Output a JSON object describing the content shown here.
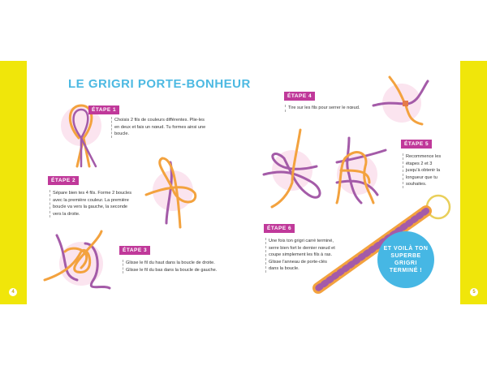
{
  "title": "LE GRIGRI PORTE-BONHEUR",
  "pages": {
    "left": "4",
    "right": "5"
  },
  "colors": {
    "accent": "#c0399a",
    "title": "#4cb9e2",
    "side": "#f0e60a",
    "orange": "#f3a23e",
    "purple": "#a45ba8"
  },
  "steps": [
    {
      "label": "ÉTAPE 1",
      "text": "Choisis 2 fils de couleurs différentes. Plie-les en deux et fais un nœud. Tu formes ainsi une boucle."
    },
    {
      "label": "ÉTAPE 2",
      "text": "Sépare bien tes 4 fils. Forme 2 boucles avec la première couleur. La première boucle va vers la gauche, la seconde vers la droite."
    },
    {
      "label": "ÉTAPE 3",
      "text": "Glisse le fil du haut dans la boucle de droite. Glisse le fil du bas dans la boucle de gauche."
    },
    {
      "label": "ÉTAPE 4",
      "text": "Tire sur les fils pour serrer le nœud."
    },
    {
      "label": "ÉTAPE 5",
      "text": "Recommence les étapes 2 et 3 jusqu'à obtenir la longueur que tu souhaites."
    },
    {
      "label": "ÉTAPE 6",
      "text": "Une fois ton grigri carré terminé, serre bien fort le dernier nœud et coupe simplement les fils à ras. Glisse l'anneau de porte-clés dans la boucle."
    }
  ],
  "bubble": "ET VOILÀ TON SUPERBE GRIGRI TERMINÉ !"
}
